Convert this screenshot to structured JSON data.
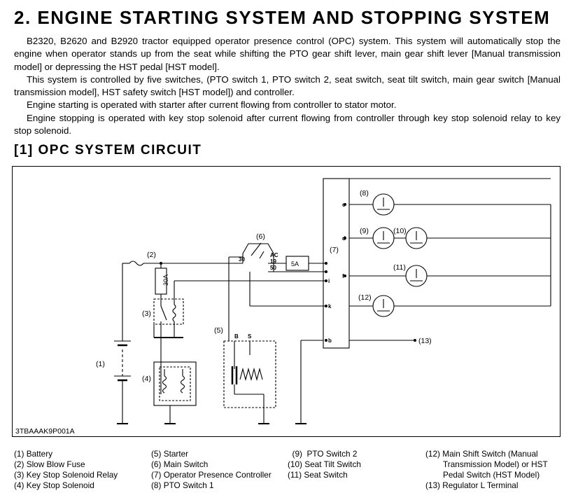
{
  "title": "2.  ENGINE STARTING SYSTEM AND STOPPING SYSTEM",
  "paragraphs": [
    "B2320, B2620 and B2920 tractor equipped operator presence control (OPC) system.  This system will automatically stop the engine when operator stands up from the seat while shifting the PTO gear shift lever, main gear shift lever [Manual transmission model] or depressing the HST pedal [HST model].",
    "This system is controlled by five switches, (PTO switch 1, PTO switch 2, seat switch, seat tilt switch, main gear switch [Manual transmission model], HST safety switch [HST model]) and controller.",
    "Engine starting is operated with starter after current flowing from controller to stator motor.",
    "Engine stopping is operated with key stop solenoid after current flowing from controller through key stop solenoid relay to key stop solenoid."
  ],
  "section_title": "[1]  OPC SYSTEM CIRCUIT",
  "figure_code": "3TBAAAK9P001A",
  "diagram": {
    "labels": {
      "n1": "(1)",
      "n2": "(2)",
      "n3": "(3)",
      "n4": "(4)",
      "n5": "(5)",
      "n6": "(6)",
      "n7": "(7)",
      "n8": "(8)",
      "n9": "(9)",
      "n10": "(10)",
      "n11": "(11)",
      "n12": "(12)",
      "n13": "(13)",
      "fuse_30a": "30A",
      "fuse_5a": "5A",
      "t30": "30",
      "tAC": "AC",
      "t19": "19",
      "t50": "50",
      "tB": "B",
      "tS": "S",
      "c": "c",
      "d": "d",
      "f": "f",
      "i": "i",
      "k": "k",
      "b": "b"
    }
  },
  "legend": {
    "col1": [
      "(1)  Battery",
      "(2)  Slow Blow Fuse",
      "(3)  Key Stop Solenoid Relay",
      "(4)  Key Stop Solenoid"
    ],
    "col2": [
      "(5)  Starter",
      "(6)  Main Switch",
      "(7)  Operator Presence Controller",
      "(8)  PTO Switch 1"
    ],
    "col3": [
      "  (9)  PTO Switch 2",
      "(10)  Seat Tilt Switch",
      "(11)  Seat Switch"
    ],
    "col4": [
      "(12)  Main Shift Switch (Manual",
      "Transmission Model) or HST",
      "Pedal Switch (HST Model)",
      "(13)  Regulator L Terminal"
    ]
  }
}
